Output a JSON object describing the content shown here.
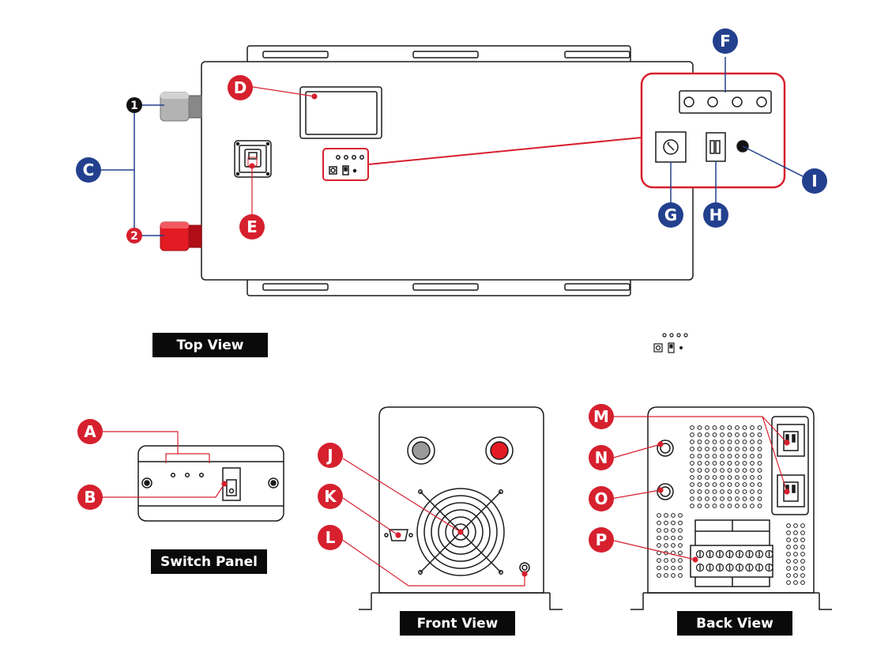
{
  "colors": {
    "red": "#d6202e",
    "blue": "#23408e",
    "black": "#111111",
    "outline": "#1a1a1a",
    "grey_terminal": "#b3b3b3",
    "red_terminal": "#e31b23"
  },
  "views": {
    "top": "Top View",
    "switch_panel": "Switch Panel",
    "front": "Front View",
    "back": "Back View"
  },
  "markers": {
    "A": "A",
    "B": "B",
    "C": "C",
    "D": "D",
    "E": "E",
    "F": "F",
    "G": "G",
    "H": "H",
    "I": "I",
    "J": "J",
    "K": "K",
    "L": "L",
    "M": "M",
    "N": "N",
    "O": "O",
    "P": "P",
    "one": "1",
    "two": "2"
  },
  "icons": {
    "usb_port": "usb-port-icon",
    "fan": "fan-grille-icon",
    "outlet": "ac-outlet-icon",
    "terminal_block": "terminal-block-icon"
  }
}
